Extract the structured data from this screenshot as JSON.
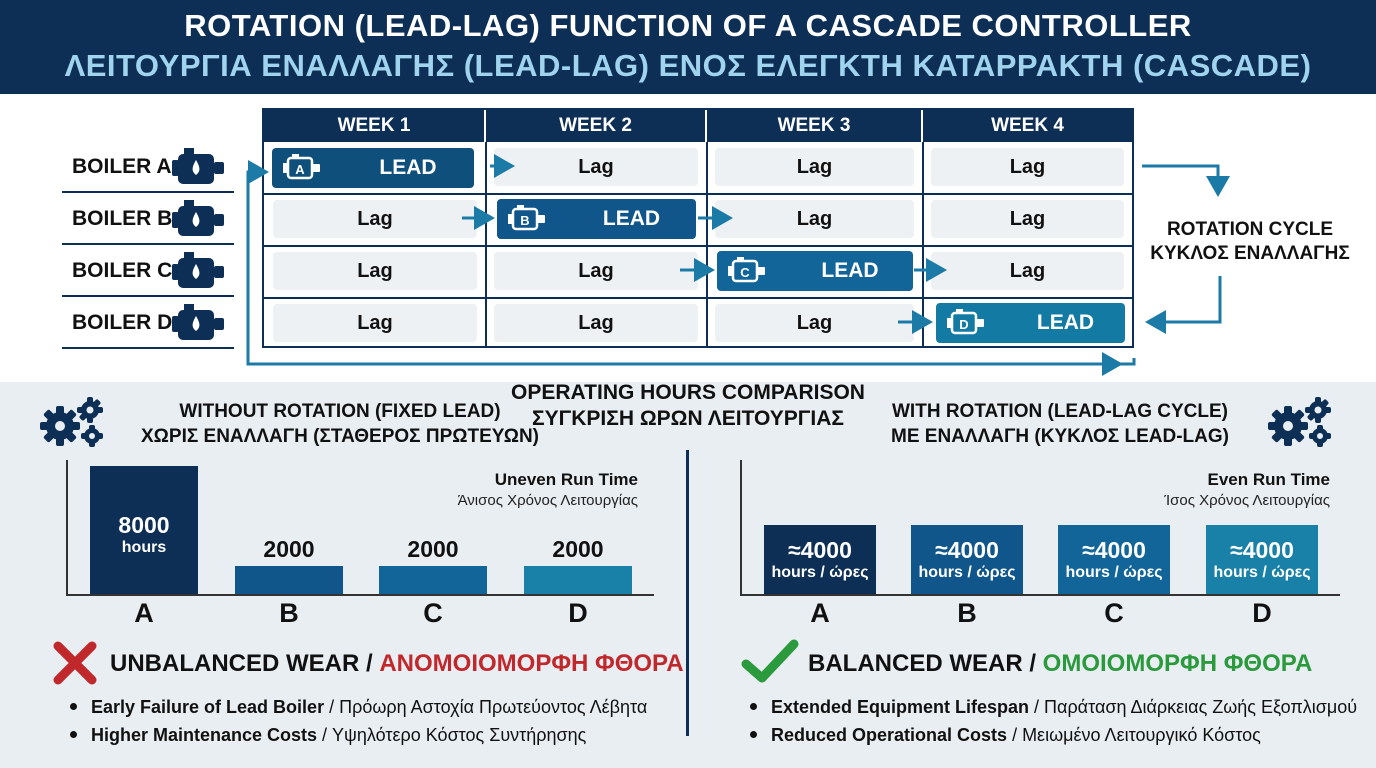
{
  "header": {
    "title_en": "ROTATION (LEAD-LAG) FUNCTION OF A CASCADE CONTROLLER",
    "title_el": "ΛΕΙΤΟΥΡΓΙΑ ΕΝΑΛΛΑΓΗΣ (LEAD-LAG) ΕΝΟΣ ΕΛΕΓΚΤΗ ΚΑΤΑΡΡΑΚΤΗ (CASCADE)"
  },
  "schedule": {
    "weeks": [
      "WEEK 1",
      "WEEK 2",
      "WEEK 3",
      "WEEK 4"
    ],
    "boilers": [
      {
        "label": "BOILER A",
        "letter": "A",
        "cells": [
          "LEAD",
          "Lag",
          "Lag",
          "Lag"
        ]
      },
      {
        "label": "BOILER B",
        "letter": "B",
        "cells": [
          "Lag",
          "LEAD",
          "Lag",
          "Lag"
        ]
      },
      {
        "label": "BOILER C",
        "letter": "C",
        "cells": [
          "Lag",
          "Lag",
          "LEAD",
          "Lag"
        ]
      },
      {
        "label": "BOILER D",
        "letter": "D",
        "cells": [
          "Lag",
          "Lag",
          "Lag",
          "LEAD"
        ]
      }
    ],
    "rotation_label_en": "ROTATION CYCLE",
    "rotation_label_el": "ΚΥΚΛΟΣ ΕΝΑΛΛΑΓΗΣ",
    "accent_color": "#1b7aa6"
  },
  "comparison": {
    "title_en": "OPERATING HOURS COMPARISON",
    "title_el": "ΣΥΓΚΡΙΣΗ ΩΡΩΝ ΛΕΙΤΟΥΡΓΙΑΣ"
  },
  "without": {
    "title_en": "WITHOUT ROTATION (FIXED LEAD)",
    "title_el": "ΧΩΡΙΣ ΕΝΑΛΛΑΓΗ (ΣΤΑΘΕΡΟΣ ΠΡΩΤΕΥΩΝ)",
    "runtime_en": "Uneven Run Time",
    "runtime_el": "Άνισος Χρόνος Λειτουργίας",
    "bars": [
      {
        "cat": "A",
        "value": "8000",
        "unit": "hours"
      },
      {
        "cat": "B",
        "value": "2000",
        "unit": ""
      },
      {
        "cat": "C",
        "value": "2000",
        "unit": ""
      },
      {
        "cat": "D",
        "value": "2000",
        "unit": ""
      }
    ],
    "wear_en": "UNBALANCED WEAR /",
    "wear_el": "ΑΝΟΜΟΙΟΜΟΡΦΗ ΦΘΟΡΑ",
    "wear_color": "#c0282b",
    "bullets": [
      {
        "bold": "Early Failure of Lead Boiler",
        "rest": " / Πρόωρη Αστοχία Πρωτεύοντος Λέβητα"
      },
      {
        "bold": "Higher Maintenance Costs",
        "rest": " / Υψηλότερο Κόστος Συντήρησης"
      }
    ]
  },
  "with": {
    "title_en": "WITH ROTATION (LEAD-LAG CYCLE)",
    "title_el": "ΜΕ ΕΝΑΛΛΑΓΗ (ΚΥΚΛΟΣ LEAD-LAG)",
    "runtime_en": "Even Run Time",
    "runtime_el": "Ίσος Χρόνος Λειτουργίας",
    "bars": [
      {
        "cat": "A",
        "value": "≈4000",
        "unit": "hours / ώρες"
      },
      {
        "cat": "B",
        "value": "≈4000",
        "unit": "hours / ώρες"
      },
      {
        "cat": "C",
        "value": "≈4000",
        "unit": "hours / ώρες"
      },
      {
        "cat": "D",
        "value": "≈4000",
        "unit": "hours / ώρες"
      }
    ],
    "wear_en": "BALANCED WEAR /",
    "wear_el": "ΟΜΟΙΟΜΟΡΦΗ ΦΘΟΡΑ",
    "wear_color": "#2a9a3c",
    "bullets": [
      {
        "bold": "Extended Equipment Lifespan",
        "rest": " / Παράταση Διάρκειας Ζωής Εξοπλισμού"
      },
      {
        "bold": "Reduced Operational Costs",
        "rest": " / Μειωμένο Λειτουργικό Κόστος"
      }
    ]
  }
}
